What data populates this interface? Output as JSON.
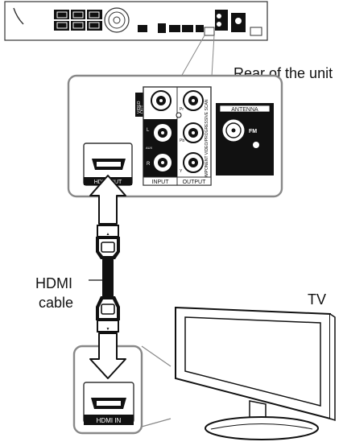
{
  "labels": {
    "rear_of_unit": "Rear of the unit",
    "hdmi_cable": [
      "HDMI",
      "cable"
    ],
    "tv": "TV"
  },
  "panel": {
    "video_out": [
      "VIDEO",
      "OUT"
    ],
    "aux": "AUX",
    "l": "L",
    "r": "R",
    "pr": "Pr",
    "pb": "Pb",
    "y": "Y",
    "component": "COMPONENT VIDEO/PROGRESSIVE SCAN",
    "input": "INPUT",
    "output": "OUTPUT",
    "antenna": "ANTENNA",
    "fm": "FM",
    "hdmi_out": "HDMI OUT"
  },
  "tv_panel": {
    "hdmi_in": "HDMI IN"
  }
}
